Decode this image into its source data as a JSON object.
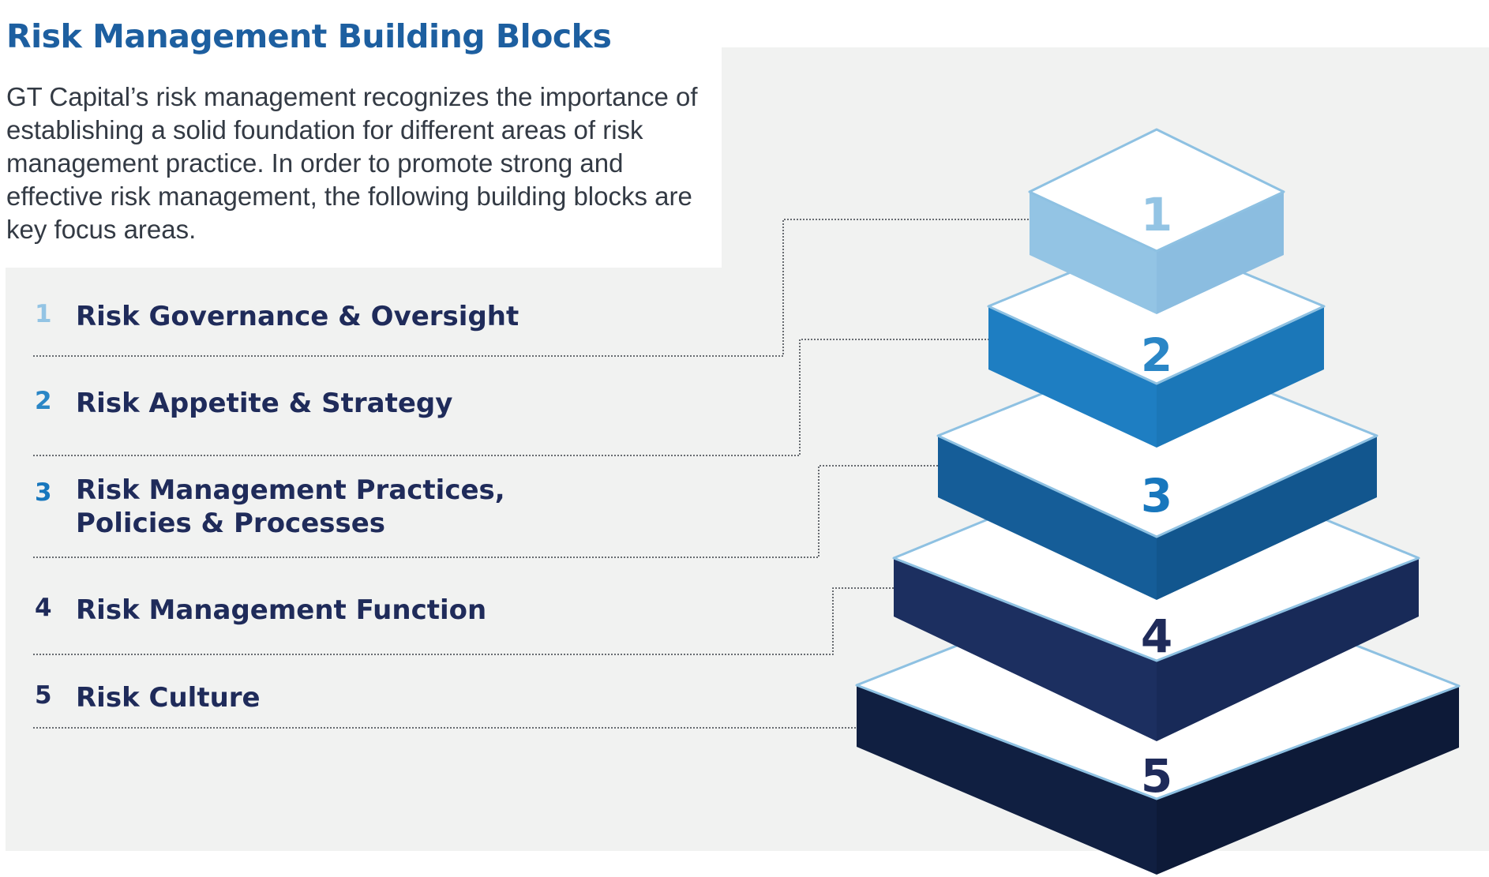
{
  "title": "Risk Management Building Blocks",
  "intro": "GT Capital’s risk management recognizes the importance of establishing a solid foundation for different areas of risk management practice. In order to promote strong and effective risk management, the following building blocks are key focus areas.",
  "blocks": [
    {
      "number": "1",
      "label": "Risk Governance & Oversight"
    },
    {
      "number": "2",
      "label": "Risk Appetite & Strategy"
    },
    {
      "number": "3",
      "label_line1": "Risk Management Practices,",
      "label_line2": "Policies & Processes"
    },
    {
      "number": "4",
      "label": "Risk Management Function"
    },
    {
      "number": "5",
      "label": "Risk Culture"
    }
  ],
  "colors": {
    "title": "#1d5fa0",
    "block_1": "#93c4e4",
    "block_2": "#1e7ec2",
    "block_3": "#155d98",
    "block_4": "#1c2f60",
    "block_5": "#101f41",
    "tops": "#ffffff",
    "outline": "#8ec1e2"
  }
}
